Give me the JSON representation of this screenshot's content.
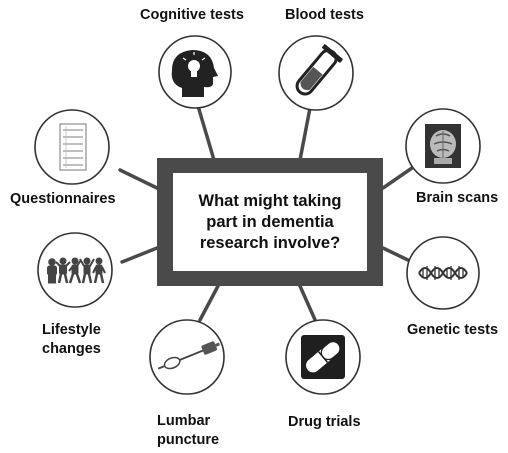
{
  "title": "What might taking part in dementia research involve?",
  "title_lines": [
    "What might taking",
    "part in dementia",
    "research involve?"
  ],
  "items": [
    {
      "key": "cognitive",
      "label_lines": [
        "Cognitive tests"
      ],
      "icon": "head-lightbulb-icon"
    },
    {
      "key": "blood",
      "label_lines": [
        "Blood tests"
      ],
      "icon": "test-tube-icon"
    },
    {
      "key": "brain",
      "label_lines": [
        "Brain scans"
      ],
      "icon": "brain-scan-icon"
    },
    {
      "key": "genetic",
      "label_lines": [
        "Genetic tests"
      ],
      "icon": "dna-icon"
    },
    {
      "key": "drug",
      "label_lines": [
        "Drug trials"
      ],
      "icon": "pill-capsule-icon"
    },
    {
      "key": "lumbar",
      "label_lines": [
        "Lumbar",
        "puncture"
      ],
      "icon": "needle-icon"
    },
    {
      "key": "lifestyle",
      "label_lines": [
        "Lifestyle",
        "changes"
      ],
      "icon": "people-exercising-icon"
    },
    {
      "key": "questionnaire",
      "label_lines": [
        "Questionnaires"
      ],
      "icon": "questionnaire-form-icon"
    }
  ],
  "colors": {
    "frame": "#4a4a4a",
    "connector": "#4a4a4a",
    "circle_border": "#333333",
    "icon_dark": "#222222"
  }
}
